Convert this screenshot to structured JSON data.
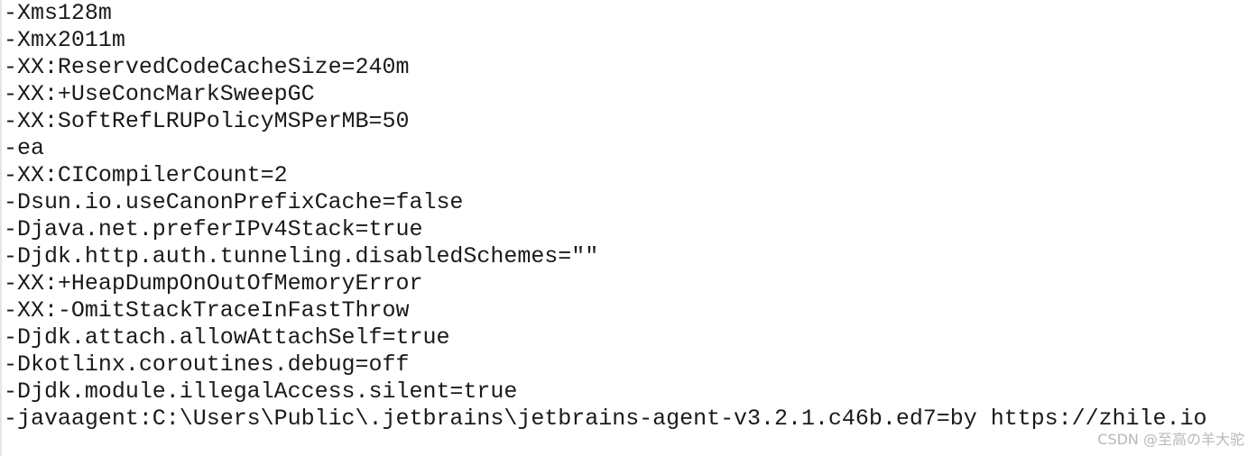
{
  "editor": {
    "lines": [
      "-Xms128m",
      "-Xmx2011m",
      "-XX:ReservedCodeCacheSize=240m",
      "-XX:+UseConcMarkSweepGC",
      "-XX:SoftRefLRUPolicyMSPerMB=50",
      "-ea",
      "-XX:CICompilerCount=2",
      "-Dsun.io.useCanonPrefixCache=false",
      "-Djava.net.preferIPv4Stack=true",
      "-Djdk.http.auth.tunneling.disabledSchemes=\"\"",
      "-XX:+HeapDumpOnOutOfMemoryError",
      "-XX:-OmitStackTraceInFastThrow",
      "-Djdk.attach.allowAttachSelf=true",
      "-Dkotlinx.coroutines.debug=off",
      "-Djdk.module.illegalAccess.silent=true",
      "-javaagent:C:\\Users\\Public\\.jetbrains\\jetbrains-agent-v3.2.1.c46b.ed7=by https://zhile.io"
    ]
  },
  "watermark": {
    "text": "CSDN @至高の羊大驼"
  }
}
